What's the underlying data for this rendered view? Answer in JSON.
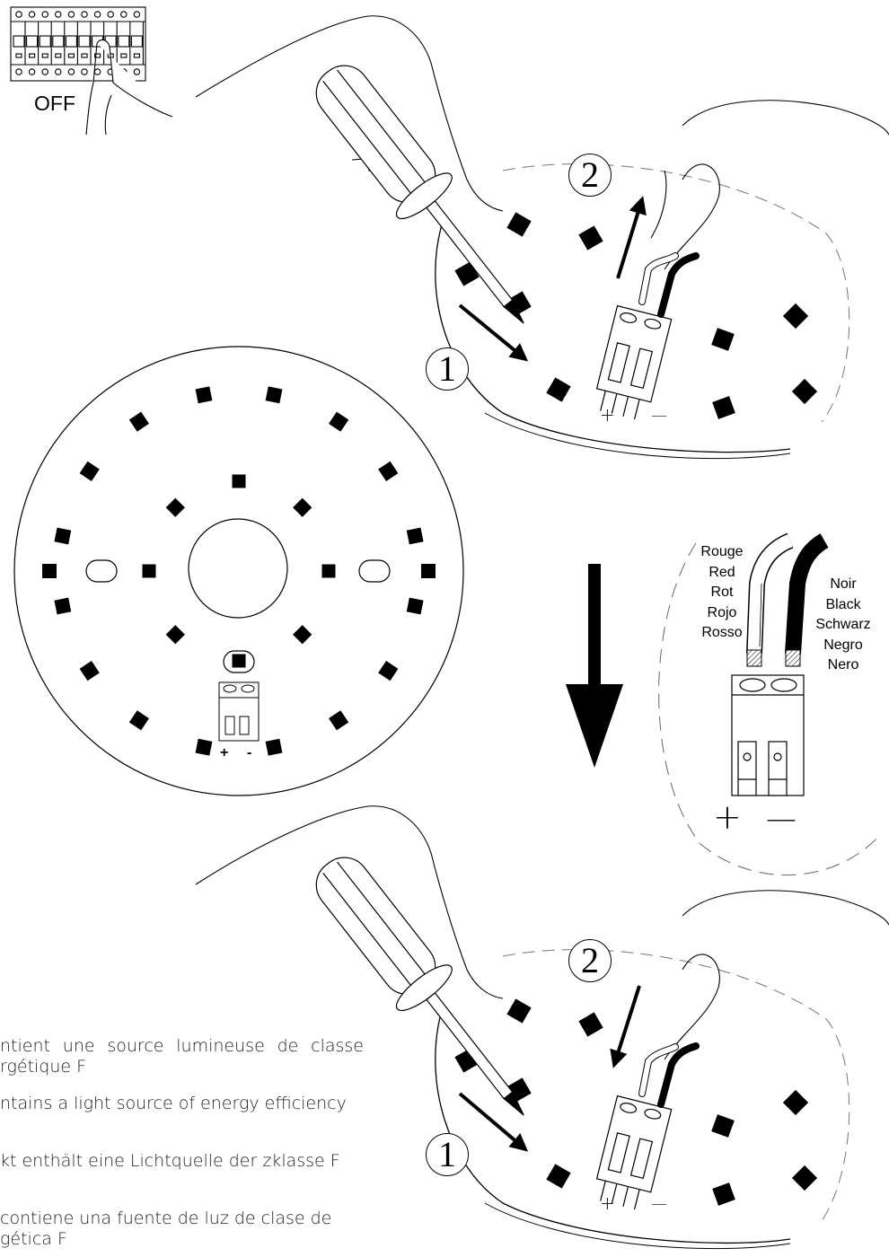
{
  "breaker": {
    "label": "OFF"
  },
  "steps": {
    "release": "1",
    "pull": "2",
    "press": "1",
    "insert": "2"
  },
  "polarity": {
    "plus": "+",
    "minus": "-"
  },
  "connector_signs": {
    "plus": "+",
    "minus": "—"
  },
  "red_wire": [
    "Rouge",
    "Red",
    "Rot",
    "Rojo",
    "Rosso"
  ],
  "black_wire": [
    "Noir",
    "Black",
    "Schwarz",
    "Negro",
    "Nero"
  ],
  "energy_notes": [
    "ntient une source lumineuse de classe rgétique F",
    "ntains a light source of energy efficiency",
    "kt enthält eine Lichtquelle der zklasse F",
    "contiene una fuente de luz de clase de gética F"
  ]
}
